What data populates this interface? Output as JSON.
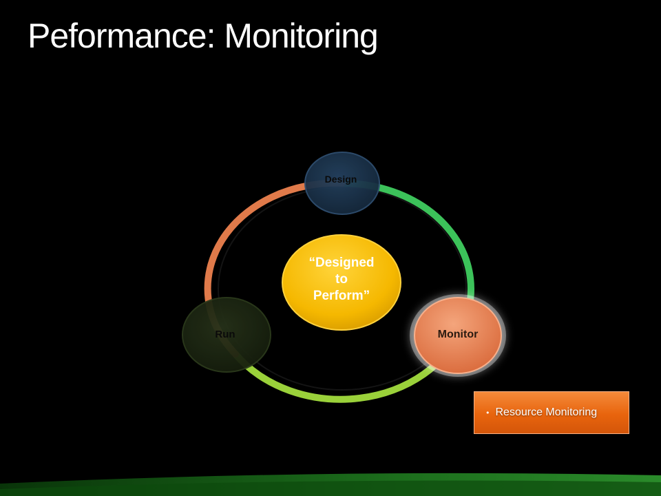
{
  "slide": {
    "title": "Peformance: Monitoring"
  },
  "diagram": {
    "center_lines": [
      "“Designed",
      "to",
      "Perform”"
    ],
    "nodes": {
      "design": "Design",
      "monitor": "Monitor",
      "run": "Run"
    }
  },
  "callout": {
    "bullet": "•",
    "text": "Resource Monitoring"
  },
  "colors": {
    "background": "#000000",
    "ring_green": "#3cc25a",
    "ring_lime": "#9ad13a",
    "ring_orange": "#e07a4a",
    "center_yellow": "#f5b800",
    "design_node": "#1d3550",
    "run_node": "#1b2410",
    "monitor_node": "#e8845a",
    "callout_orange": "#e8640d"
  }
}
